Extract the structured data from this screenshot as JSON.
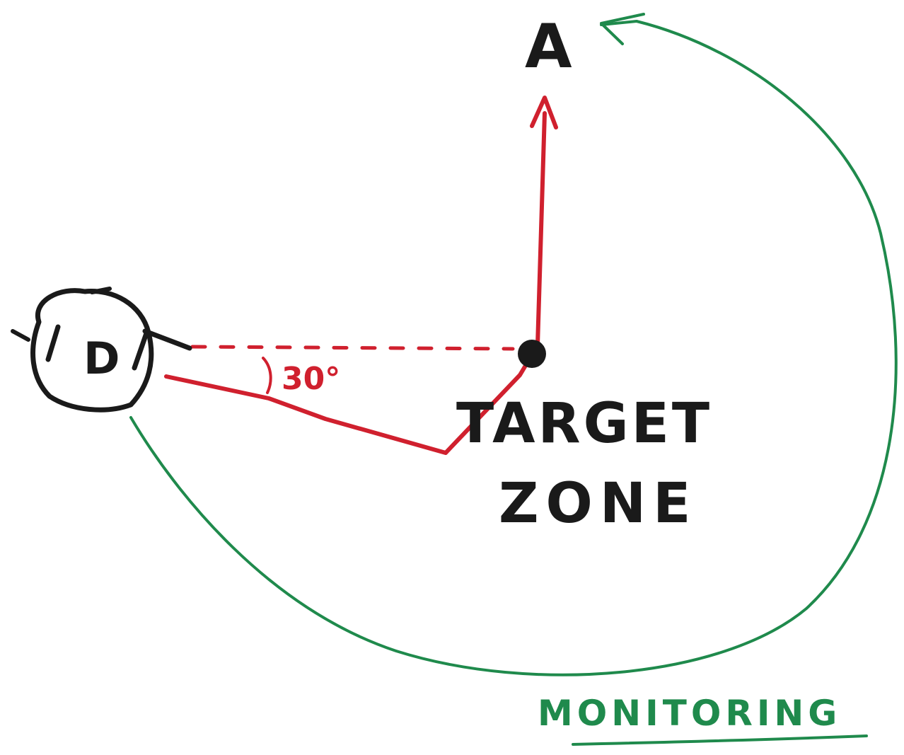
{
  "diagram": {
    "labels": {
      "point_a": "A",
      "node_d": "D",
      "angle": "30°",
      "target_line1": "TARGET",
      "target_line2": "ZONE",
      "monitoring": "MONITORING"
    },
    "colors": {
      "ink": "#1a1a1a",
      "route": "#d0202e",
      "monitor": "#1f8a4c",
      "paper": "#ffffff"
    },
    "icons": [
      "d-node-icon",
      "target-point-icon",
      "arrow-up-icon",
      "arrow-head-icon"
    ]
  }
}
